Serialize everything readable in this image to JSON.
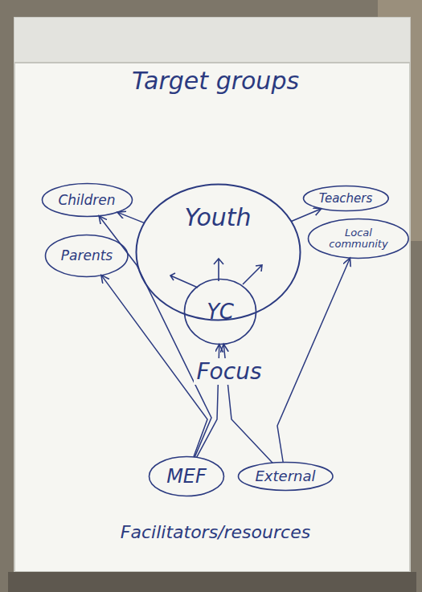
{
  "diagram": {
    "title": "Target groups",
    "nodes": [
      {
        "text": [
          "Children"
        ]
      },
      {
        "text": [
          "Parents"
        ]
      },
      {
        "text": [
          "Youth"
        ]
      },
      {
        "text": [
          "YC"
        ],
        "in": 2
      },
      {
        "text": [
          "Teachers"
        ]
      },
      {
        "text": [
          "Local community"
        ]
      },
      {
        "text": [
          "MEF"
        ]
      },
      {
        "text": [
          "External"
        ]
      }
    ],
    "edges": [
      {
        "from": 6,
        "to": 1,
        "arrow": "to"
      },
      {
        "from": 6,
        "to": 0,
        "arrow": "to"
      },
      {
        "from": 6,
        "to": 3,
        "arrow": "to"
      },
      {
        "from": 7,
        "to": 3,
        "arrow": "to"
      },
      {
        "from": 7,
        "to": 5,
        "arrow": "to"
      },
      {
        "from": 2,
        "to": 0,
        "arrow": "to"
      },
      {
        "from": 2,
        "to": 4,
        "arrow": "to"
      }
    ],
    "labels": [
      "Focus",
      "Facilitators/resources"
    ]
  }
}
